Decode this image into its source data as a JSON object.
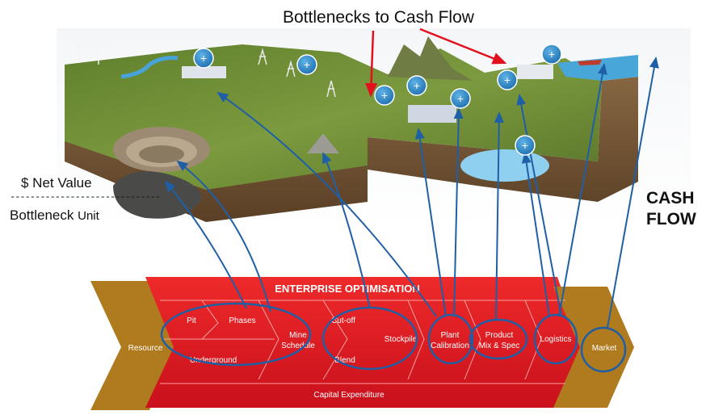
{
  "title": "Bottlenecks to Cash Flow",
  "net_value": {
    "numerator": "$ Net Value",
    "divider": "------------------------------",
    "denominator": "Bottleneck",
    "unit": "Unit"
  },
  "cash_flow": {
    "line1": "CASH",
    "line2": "FLOW"
  },
  "banner": {
    "header": "ENTERPRISE OPTIMISATION",
    "resource": "Resource",
    "market": "Market",
    "capital": "Capital Expenditure",
    "stages": {
      "pit": "Pit",
      "phases": "Phases",
      "underground": "Underground",
      "mine_schedule_1": "Mine",
      "mine_schedule_2": "Schedule",
      "cutoff": "Cut-off",
      "blend": "Blend",
      "stockpile": "Stockpile",
      "plant_1": "Plant",
      "plant_2": "Calibration",
      "product_1": "Product",
      "product_2": "Mix & Spec",
      "logistics": "Logistics"
    }
  },
  "plus_marker": "+",
  "colors": {
    "banner_red": "#e3101e",
    "banner_dark_red": "#b00a14",
    "gold": "#b07a1e",
    "arrow_blue": "#1f5fa6",
    "bubble_blue": "#2a86c8",
    "grass": "#6f8f35",
    "soil": "#7a5a3a"
  }
}
